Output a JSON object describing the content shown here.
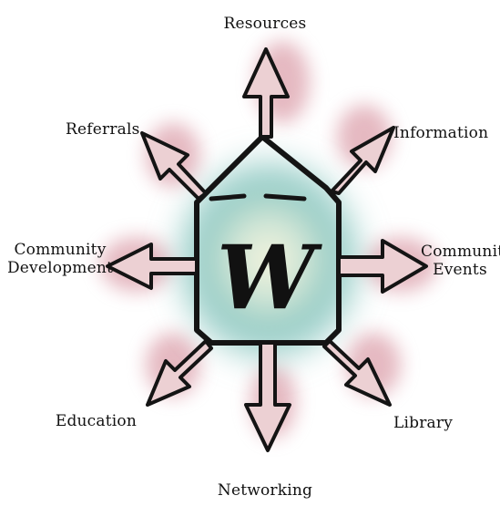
{
  "diagram": {
    "center_letter": "W",
    "labels": {
      "resources": "Resources",
      "information": "Information",
      "community_events_line1": "Community",
      "community_events_line2": "Events",
      "library": "Library",
      "networking": "Networking",
      "education": "Education",
      "community_development_line1": "Community",
      "community_development_line2": "Development",
      "referrals": "Referrals"
    }
  },
  "colors": {
    "outline": "#141414",
    "arrow_fill": "#e7c9cd",
    "glow_center": "#f6f2d8",
    "glow_teal": "#8ecbc4",
    "glow_pink": "#d38a98"
  }
}
